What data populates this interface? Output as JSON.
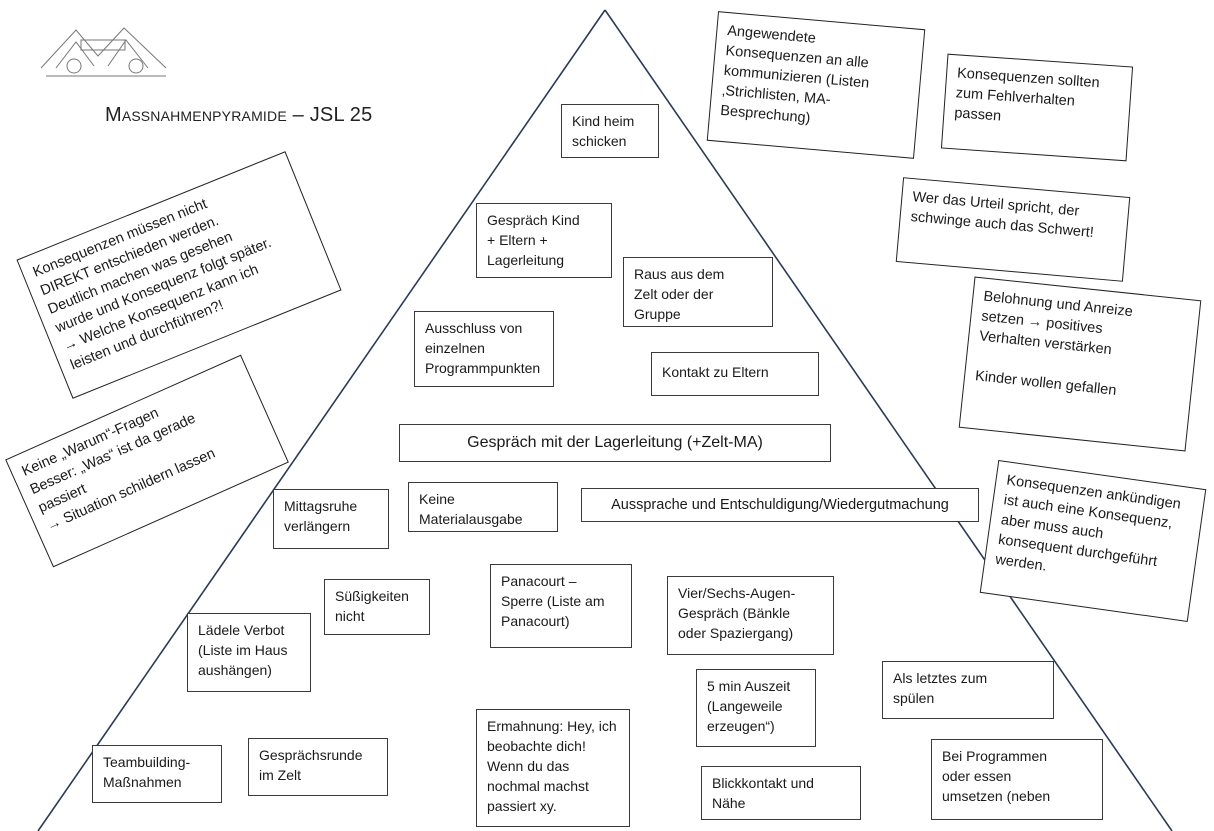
{
  "title": "Maßnahmenpyramide – JSL 25",
  "pyramid_boxes": {
    "kind_heim": "Kind heim\nschicken",
    "gespraech_kind_eltern": "Gespräch Kind\n+ Eltern +\nLagerleitung",
    "raus_zelt": "Raus aus dem\nZelt oder der\nGruppe",
    "ausschluss": "Ausschluss von\neinzelnen\nProgrammpunkten",
    "kontakt_eltern": "Kontakt zu Eltern",
    "gespraech_lagerleitung": "Gespräch mit der Lagerleitung (+Zelt-MA)",
    "mittagsruhe": "Mittagsruhe\nverlängern",
    "keine_material": "Keine\nMaterialausgabe",
    "aussprache": "Aussprache und Entschuldigung/Wiedergutmachung",
    "suessigkeiten": "Süßigkeiten\nnicht",
    "panacourt": "Panacourt –\nSperre (Liste am\nPanacourt)",
    "vier_augen": "Vier/Sechs-Augen-\nGespräch (Bänkle\noder Spaziergang)",
    "laedele": "Lädele Verbot\n(Liste im Haus\naushängen)",
    "auszeit": "5 min Auszeit\n(Langeweile\nerzeugen“)",
    "spuelen": "Als letztes zum\nspülen",
    "ermahnung": "Ermahnung: Hey, ich\nbeobachte dich!\nWenn du das\nnochmal machst\npassiert xy.",
    "teambuilding": "Teambuilding-\nMaßnahmen",
    "gespraechsrunde": "Gesprächsrunde\nim Zelt",
    "blickkontakt": "Blickkontakt und\nNähe",
    "programme": "Bei Programmen\noder essen\numsetzen (neben"
  },
  "side_notes": {
    "angewendete": "Angewendete\nKonsequenzen an alle\nkommunizieren (Listen\n‚Strichlisten, MA-\nBesprechung)",
    "fehlverhalten": "Konsequenzen sollten\nzum Fehlverhalten\npassen",
    "urteil": "Wer das Urteil spricht, der\nschwinge auch das Schwert!",
    "belohnung": "Belohnung und Anreize\nsetzen → positives\nVerhalten verstärken\n\nKinder wollen gefallen",
    "ankuendigen": "Konsequenzen ankündigen\nist auch eine Konsequenz,\naber muss auch\nkonsequent durchgeführt\nwerden.",
    "direkt": "Konsequenzen müssen nicht\nDIREKT entschieden werden.\nDeutlich machen was gesehen\nwurde und Konsequenz folgt später.\n→ Welche Konsequenz kann ich\nleisten und durchführen?!",
    "warum": "Keine „Warum“-Fragen\nBesser: „Was“ ist da gerade\npassiert\n→ Situation schildern lassen"
  },
  "colors": {
    "line": "#2b3a55",
    "border": "#3a3a3a"
  }
}
